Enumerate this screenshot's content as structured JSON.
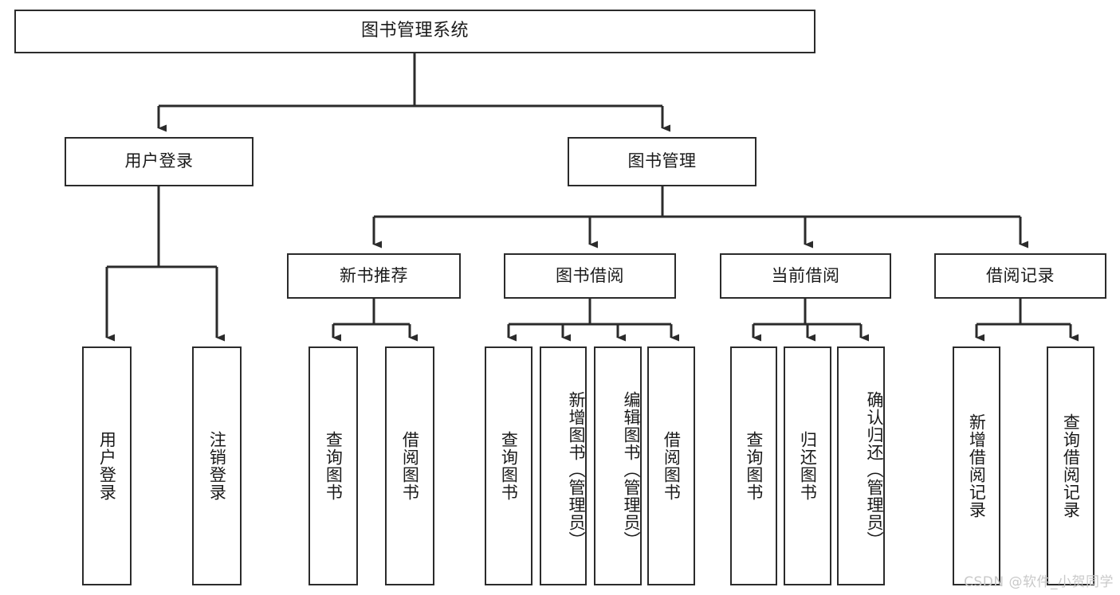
{
  "diagram": {
    "title": "图书管理系统",
    "type": "hierarchy-tree",
    "watermark": "CSDN @软件_小贺同学",
    "colors": {
      "stroke": "#2b2b2b",
      "fill": "#ffffff",
      "text": "#1a1a1a",
      "watermark": "#c9c9c9"
    },
    "nodes": {
      "root": {
        "label": "图书管理系统"
      },
      "level2": [
        {
          "id": "user-login",
          "label": "用户登录"
        },
        {
          "id": "book-manage",
          "label": "图书管理"
        }
      ],
      "level3": [
        {
          "id": "new-book-rec",
          "label": "新书推荐"
        },
        {
          "id": "book-borrow",
          "label": "图书借阅"
        },
        {
          "id": "current-borrow",
          "label": "当前借阅"
        },
        {
          "id": "borrow-record",
          "label": "借阅记录"
        }
      ],
      "leaves": {
        "user-login": [
          {
            "id": "leaf-user-login",
            "label": "用户登录"
          },
          {
            "id": "leaf-user-logout",
            "label": "注销登录"
          }
        ],
        "new-book-rec": [
          {
            "id": "leaf-query-book-1",
            "label": "查询图书"
          },
          {
            "id": "leaf-borrow-book-1",
            "label": "借阅图书"
          }
        ],
        "book-borrow": [
          {
            "id": "leaf-query-book-2",
            "label": "查询图书"
          },
          {
            "id": "leaf-add-book",
            "label": "新增图书（管理员）"
          },
          {
            "id": "leaf-edit-book",
            "label": "编辑图书（管理员）"
          },
          {
            "id": "leaf-borrow-book-2",
            "label": "借阅图书"
          }
        ],
        "current-borrow": [
          {
            "id": "leaf-query-book-3",
            "label": "查询图书"
          },
          {
            "id": "leaf-return-book",
            "label": "归还图书"
          },
          {
            "id": "leaf-confirm-return",
            "label": "确认归还（管理员）"
          }
        ],
        "borrow-record": [
          {
            "id": "leaf-add-record",
            "label": "新增借阅记录"
          },
          {
            "id": "leaf-query-record",
            "label": "查询借阅记录"
          }
        ]
      }
    }
  }
}
